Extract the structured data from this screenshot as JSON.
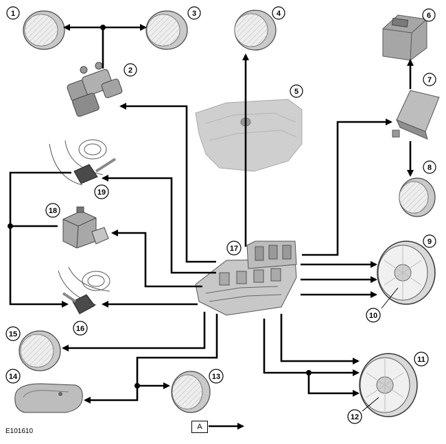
{
  "figure_id": "E101610",
  "legend": {
    "box_label": "A"
  },
  "callouts": [
    "1",
    "2",
    "3",
    "4",
    "5",
    "6",
    "7",
    "8",
    "9",
    "10",
    "11",
    "12",
    "13",
    "14",
    "15",
    "16",
    "17",
    "18",
    "19"
  ],
  "colors": {
    "wire": "#000000",
    "lamp_rim": "#c9c9c9",
    "component_fill": "#b5b5b5"
  }
}
